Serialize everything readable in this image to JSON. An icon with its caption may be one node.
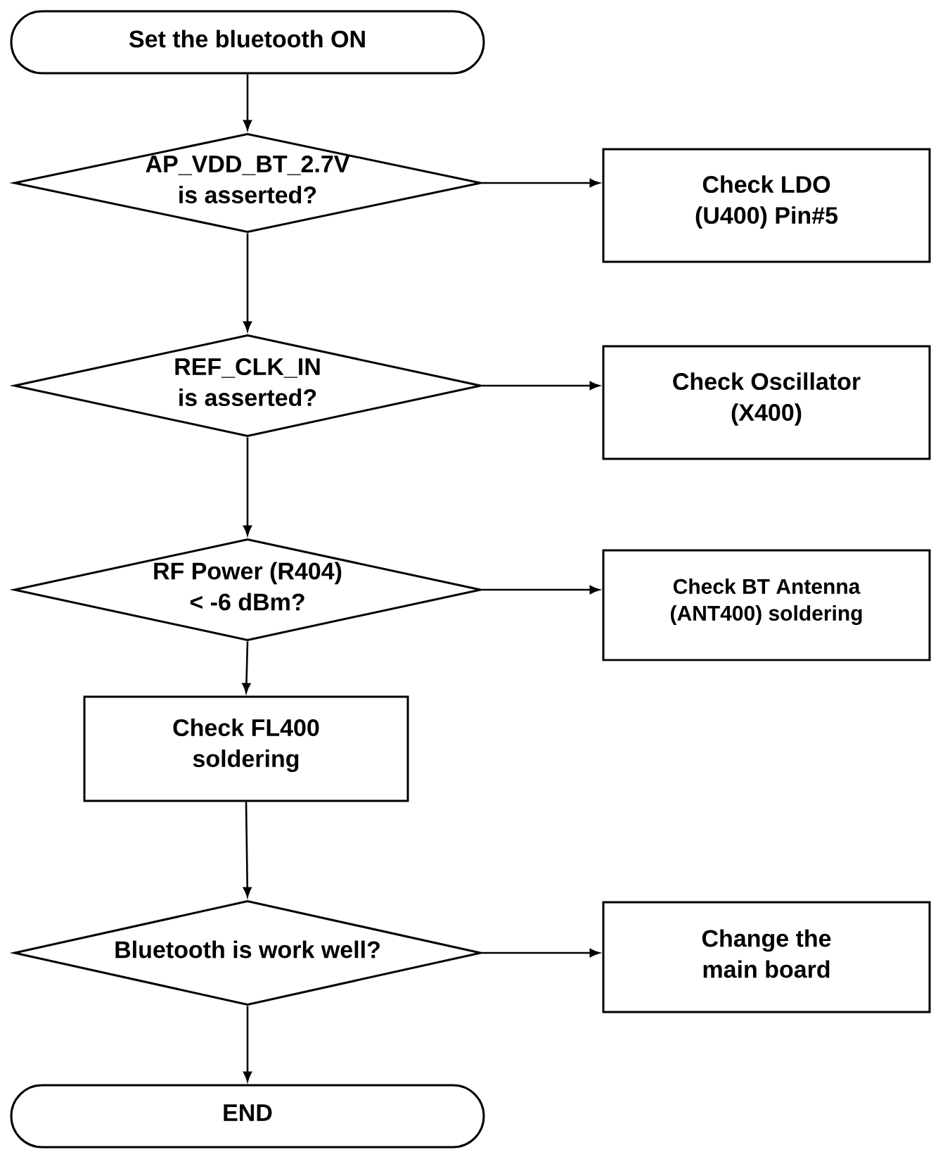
{
  "diagram": {
    "nodes": [
      {
        "text": [
          "Set the bluetooth ON"
        ]
      },
      {
        "text": [
          "AP_VDD_BT_2.7V is asserted?"
        ]
      },
      {
        "text": [
          "Check LDO (U400) Pin#5"
        ]
      },
      {
        "text": [
          "REF_CLK_IN is asserted?"
        ]
      },
      {
        "text": [
          "Check Oscillator (X400)"
        ]
      },
      {
        "text": [
          "RF Power (R404) < -6 dBm?"
        ]
      },
      {
        "text": [
          "Check BT Antenna (ANT400) soldering"
        ]
      },
      {
        "text": [
          "Check FL400 soldering"
        ]
      },
      {
        "text": [
          "Bluetooth is work well?"
        ]
      },
      {
        "text": [
          "Change the main board"
        ]
      },
      {
        "text": [
          "END"
        ]
      }
    ],
    "edges": [
      {
        "from": 0,
        "to": 1,
        "arrow": "to"
      },
      {
        "from": 1,
        "to": 2,
        "arrow": "to"
      },
      {
        "from": 1,
        "to": 3,
        "arrow": "to"
      },
      {
        "from": 3,
        "to": 4,
        "arrow": "to"
      },
      {
        "from": 3,
        "to": 5,
        "arrow": "to"
      },
      {
        "from": 5,
        "to": 6,
        "arrow": "to"
      },
      {
        "from": 5,
        "to": 7,
        "arrow": "to"
      },
      {
        "from": 7,
        "to": 8,
        "arrow": "to"
      },
      {
        "from": 8,
        "to": 9,
        "arrow": "to"
      },
      {
        "from": 8,
        "to": 10,
        "arrow": "to"
      }
    ]
  }
}
